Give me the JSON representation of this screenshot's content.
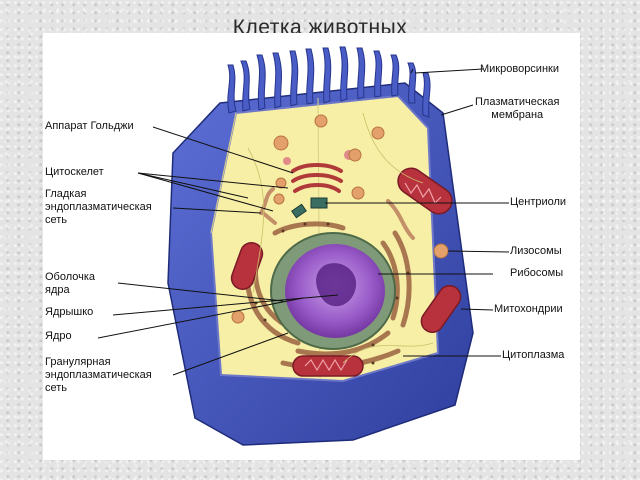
{
  "slide": {
    "title": "Клетка животных"
  },
  "diagram": {
    "labels_left": {
      "golgi": "Аппарат Гольджи",
      "cytoskeleton": "Цитоскелет",
      "smooth_er": "Гладкая\nэндоплазматическая\nсеть",
      "nuclear_envelope": "Оболочка\nядра",
      "nucleolus": "Ядрышко",
      "nucleus": "Ядро",
      "rough_er": "Гранулярная\nэндоплазматическая\nсеть"
    },
    "labels_right": {
      "microvilli": "Микроворсинки",
      "plasma_membrane": "Плазматическая\nмембрана",
      "centrioles": "Центриоли",
      "lysosomes": "Лизосомы",
      "ribosomes": "Рибосомы",
      "mitochondria": "Митохондрии",
      "cytoplasm": "Цитоплазма"
    },
    "colors": {
      "membrane": "#3d4fb8",
      "cytoplasm": "#f7efa6",
      "nucleus": "#7a3ea8",
      "mitochondria": "#b8323e",
      "lysosome": "#e3a06a",
      "er": "#c4906a"
    }
  }
}
